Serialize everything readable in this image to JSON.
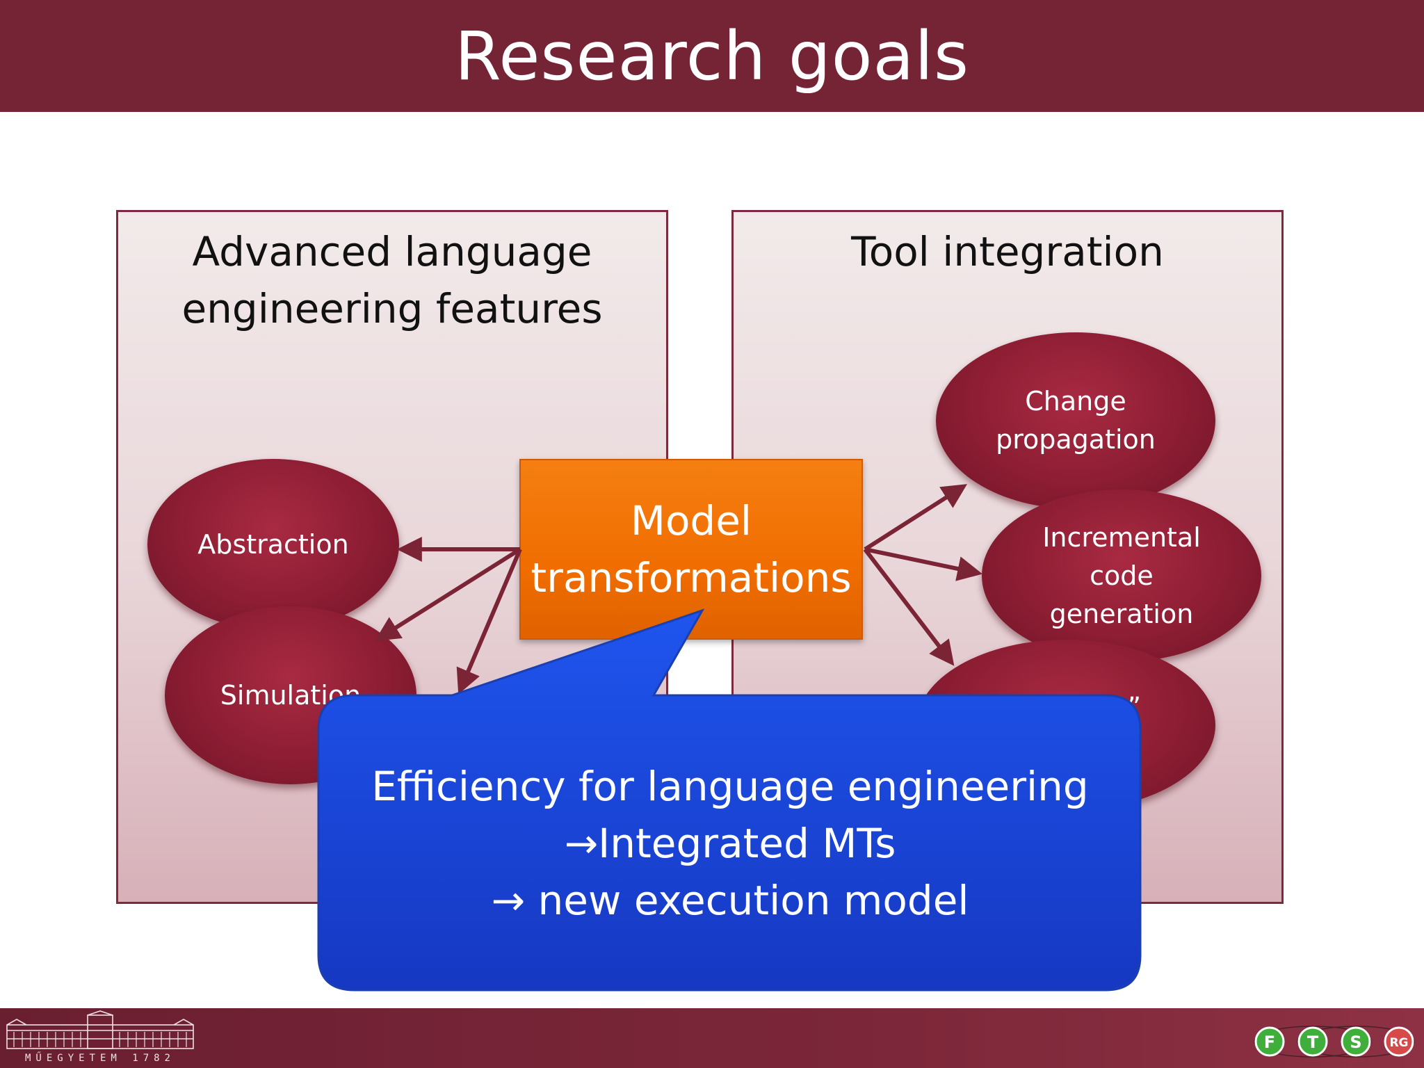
{
  "slide": {
    "title": "Research goals"
  },
  "panels": {
    "left_title": "Advanced language\nengineering features",
    "right_title": "Tool integration"
  },
  "nodes": {
    "center": "Model\ntransformations",
    "abstraction": "Abstraction",
    "simulation": "Simulation",
    "change_propagation": "Change\npropagation",
    "incremental": "Incremental\ncode\ngeneration",
    "hidden_fragment": "e”"
  },
  "callout": {
    "line1": "Efficiency for language engineering",
    "line2": "→Integrated MTs",
    "line3": "→ new execution model"
  },
  "footer": {
    "left_logo_text": "MŰEGYETEM 1782",
    "right_logo_letters": [
      "F",
      "T",
      "S",
      "RG"
    ]
  },
  "colors": {
    "header": "#752436",
    "node": "#8c1d33",
    "center_box": "#f06d00",
    "callout": "#1a48d8",
    "arrow": "#7a2436"
  }
}
